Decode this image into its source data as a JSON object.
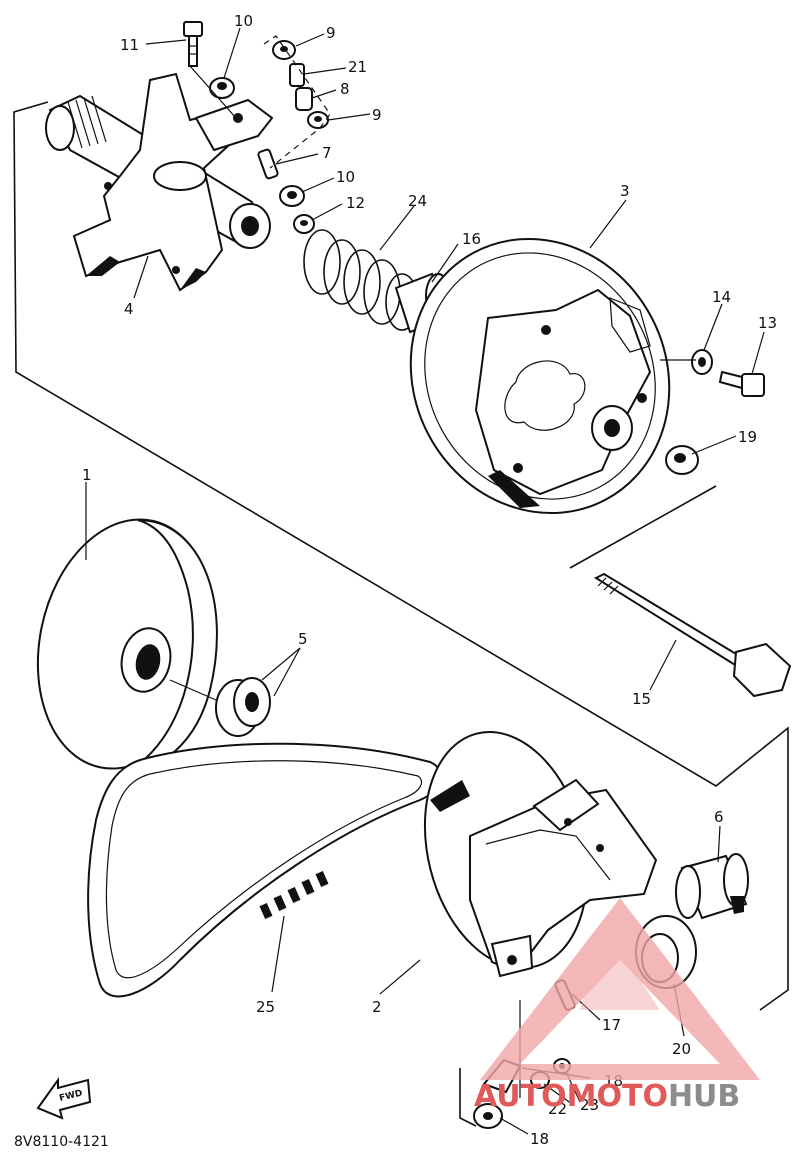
{
  "diagram": {
    "code": "8V8110-4121",
    "arrow_label": "FWD",
    "callouts": [
      "1",
      "2",
      "3",
      "4",
      "5",
      "6",
      "7",
      "8",
      "9",
      "9",
      "10",
      "10",
      "11",
      "12",
      "13",
      "14",
      "15",
      "16",
      "17",
      "18",
      "18",
      "19",
      "20",
      "21",
      "22",
      "23",
      "24",
      "25"
    ]
  },
  "watermark": {
    "part1": "AUTO",
    "part2": "MOTO",
    "part3": "HUB",
    "colors": {
      "accent": "#e05a5a",
      "gray": "#8c8c8c"
    }
  }
}
